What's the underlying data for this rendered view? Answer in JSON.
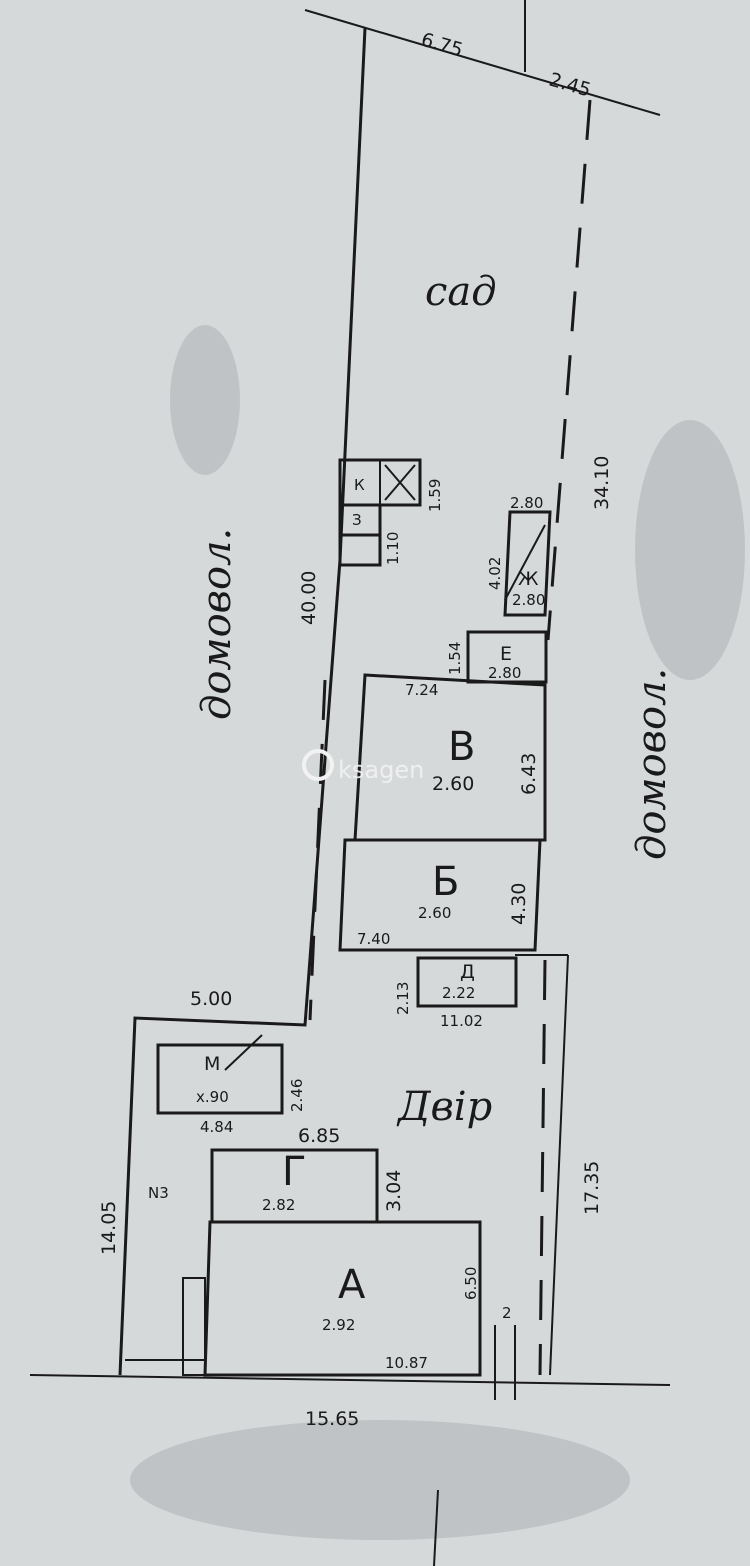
{
  "dimensions": {
    "top_left": "6.75",
    "top_right": "2.45",
    "left_long": "40.00",
    "right_long": "34.10",
    "left_mid": "5.00",
    "left_short": "14.05",
    "right_short": "17.35",
    "bottom": "15.65",
    "bottom_inner": "10.87",
    "gap": "2"
  },
  "areas": {
    "garden": "сад",
    "yard": "Двір",
    "neighbor_left": "домовол.",
    "neighbor_right": "домовол.",
    "marker": "N3"
  },
  "buildings": {
    "A": {
      "letter": "А",
      "height": "2.92",
      "dim": "6.50"
    },
    "G": {
      "letter": "Г",
      "height": "2.82",
      "dim_top": "6.85",
      "dim_side": "3.04"
    },
    "M": {
      "letter": "М",
      "height": "х.90",
      "dim_side": "2.46",
      "dim_bottom": "4.84"
    },
    "D": {
      "letter": "Д",
      "height": "2.22",
      "dim_side": "2.13",
      "dim_bottom": "11.02"
    },
    "B": {
      "letter": "Б",
      "height": "2.60",
      "dim_side": "4.30",
      "dim_bottom": "7.40"
    },
    "V": {
      "letter": "В",
      "height": "2.60",
      "dim_side": "6.43",
      "dim_top": "7.24"
    },
    "E": {
      "letter": "Е",
      "height": "2.80",
      "dim_side": "1.54"
    },
    "Zh": {
      "letter": "Ж",
      "height": "2.80",
      "dim_side": "4.02",
      "dim_top": "2.80"
    },
    "K": {
      "letter": "К",
      "dim": "1.59"
    },
    "Z": {
      "letter": "З",
      "dim": "1.10"
    }
  },
  "watermark": "ksagen"
}
